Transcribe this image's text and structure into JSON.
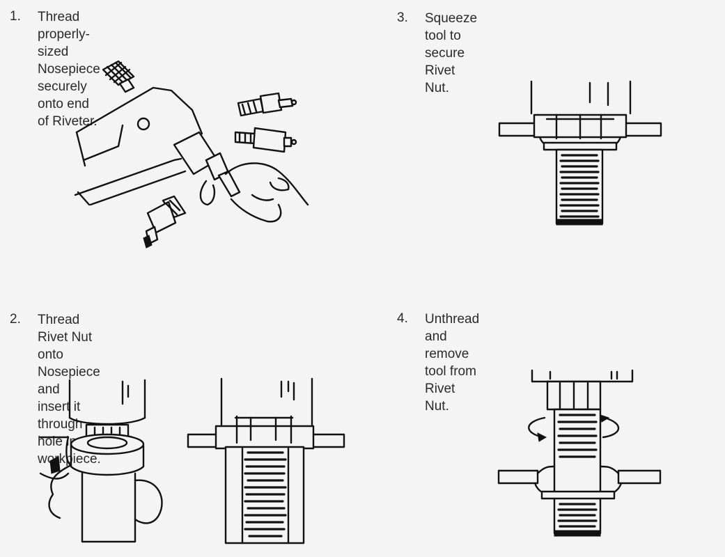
{
  "steps": [
    {
      "number": "1.",
      "text": "Thread properly-sized Nosepiece\nsecurely onto end of Riveter."
    },
    {
      "number": "2.",
      "text": "Thread Rivet Nut onto Nosepiece and\ninsert it through hole in workpiece."
    },
    {
      "number": "3.",
      "text": "Squeeze tool to secure Rivet Nut."
    },
    {
      "number": "4.",
      "text": "Unthread and remove tool from Rivet Nut."
    }
  ],
  "colors": {
    "ink": "#111111",
    "paper": "#f4f4f4"
  }
}
